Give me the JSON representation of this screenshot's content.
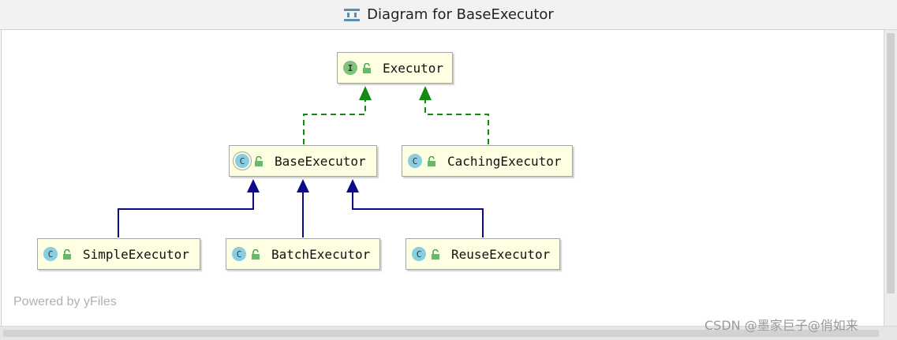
{
  "window": {
    "title": "Diagram for BaseExecutor",
    "title_icon": "diagram-icon"
  },
  "nodes": {
    "executor": {
      "label": "Executor",
      "kind": "I",
      "kind_name": "interface",
      "access": "public"
    },
    "base_executor": {
      "label": "BaseExecutor",
      "kind": "C",
      "kind_name": "abstract-class",
      "access": "public"
    },
    "caching_executor": {
      "label": "CachingExecutor",
      "kind": "C",
      "kind_name": "class",
      "access": "public"
    },
    "simple_executor": {
      "label": "SimpleExecutor",
      "kind": "C",
      "kind_name": "class",
      "access": "public"
    },
    "batch_executor": {
      "label": "BatchExecutor",
      "kind": "C",
      "kind_name": "class",
      "access": "public"
    },
    "reuse_executor": {
      "label": "ReuseExecutor",
      "kind": "C",
      "kind_name": "class",
      "access": "public"
    }
  },
  "edges": [
    {
      "from": "BaseExecutor",
      "to": "Executor",
      "type": "implements",
      "style": "dashed",
      "color": "#148a14"
    },
    {
      "from": "CachingExecutor",
      "to": "Executor",
      "type": "implements",
      "style": "dashed",
      "color": "#148a14"
    },
    {
      "from": "SimpleExecutor",
      "to": "BaseExecutor",
      "type": "extends",
      "style": "solid",
      "color": "#0a0a8a"
    },
    {
      "from": "BatchExecutor",
      "to": "BaseExecutor",
      "type": "extends",
      "style": "solid",
      "color": "#0a0a8a"
    },
    {
      "from": "ReuseExecutor",
      "to": "BaseExecutor",
      "type": "extends",
      "style": "solid",
      "color": "#0a0a8a"
    }
  ],
  "footer": {
    "powered_by": "Powered by yFiles",
    "watermark": "CSDN @墨家巨子@俏如来"
  },
  "colors": {
    "node_fill": "#fefee2",
    "implements_edge": "#148a14",
    "extends_edge": "#0a0a8a",
    "interface_badge": "#7fc47a",
    "class_badge": "#88cde0"
  }
}
